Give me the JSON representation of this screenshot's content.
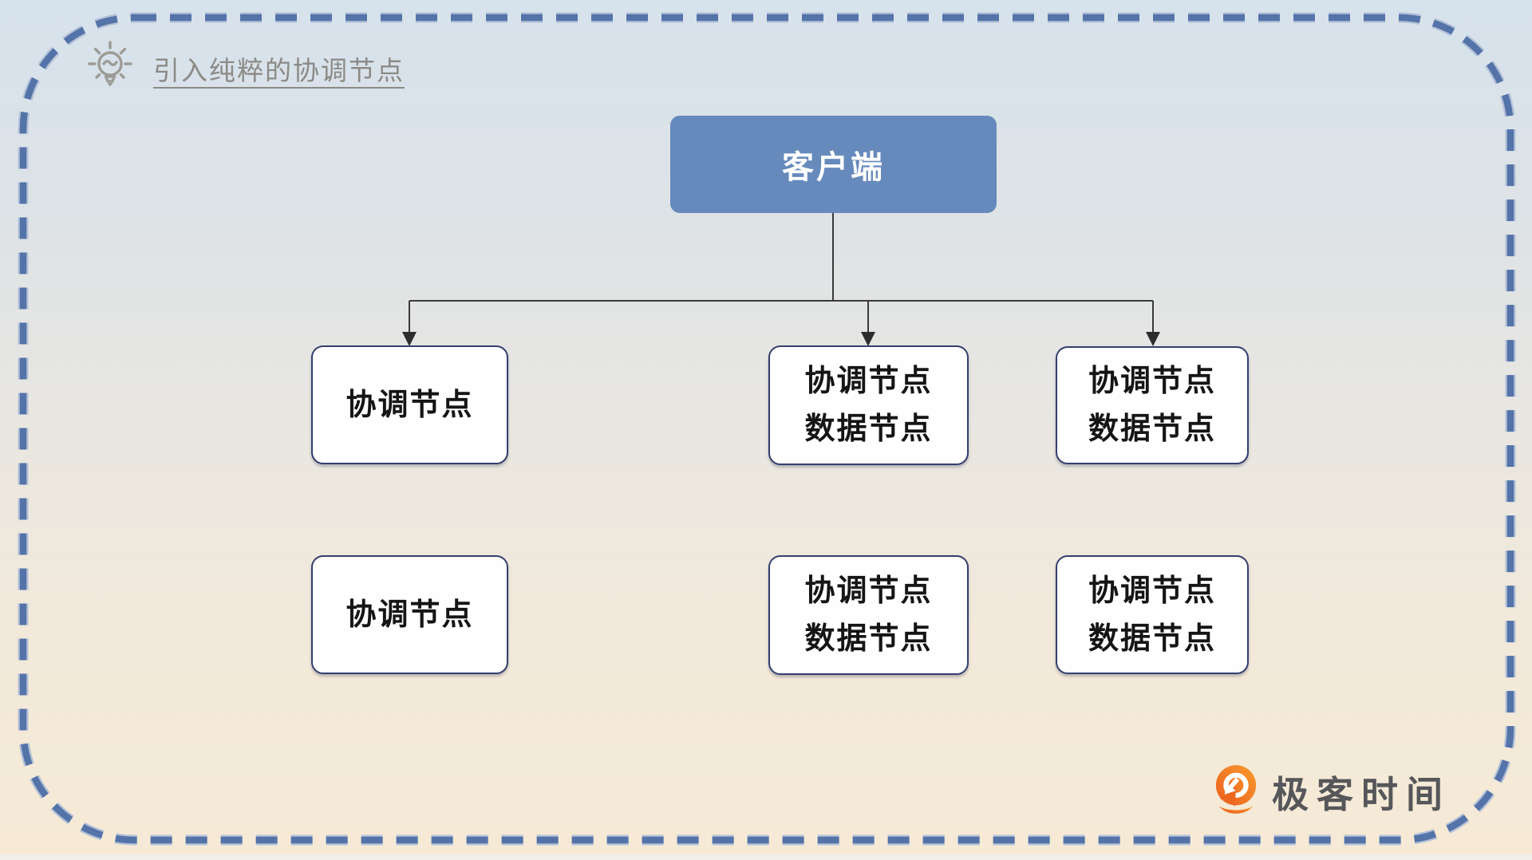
{
  "header": {
    "title": "引入纯粹的协调节点"
  },
  "diagram": {
    "client": {
      "label": "客户端"
    },
    "row1": [
      {
        "line1": "协调节点"
      },
      {
        "line1": "协调节点",
        "line2": "数据节点"
      },
      {
        "line1": "协调节点",
        "line2": "数据节点"
      }
    ],
    "row2": [
      {
        "line1": "协调节点"
      },
      {
        "line1": "协调节点",
        "line2": "数据节点"
      },
      {
        "line1": "协调节点",
        "line2": "数据节点"
      }
    ]
  },
  "logo": {
    "text": "极客时间"
  },
  "colors": {
    "frame_dash": "#5473a8",
    "frame_dash_halo": "#b3c1d8",
    "background_top": "#d6e2ec",
    "background_bottom": "#f6ead6",
    "client_fill": "#668abc",
    "client_text": "#ffffff",
    "node_border": "#333f6e",
    "node_text": "#151515",
    "connector_line": "#3a3a3a",
    "title_text": "#8b8a85",
    "logo_orange": "#ee6721",
    "logo_text": "#56575a"
  }
}
